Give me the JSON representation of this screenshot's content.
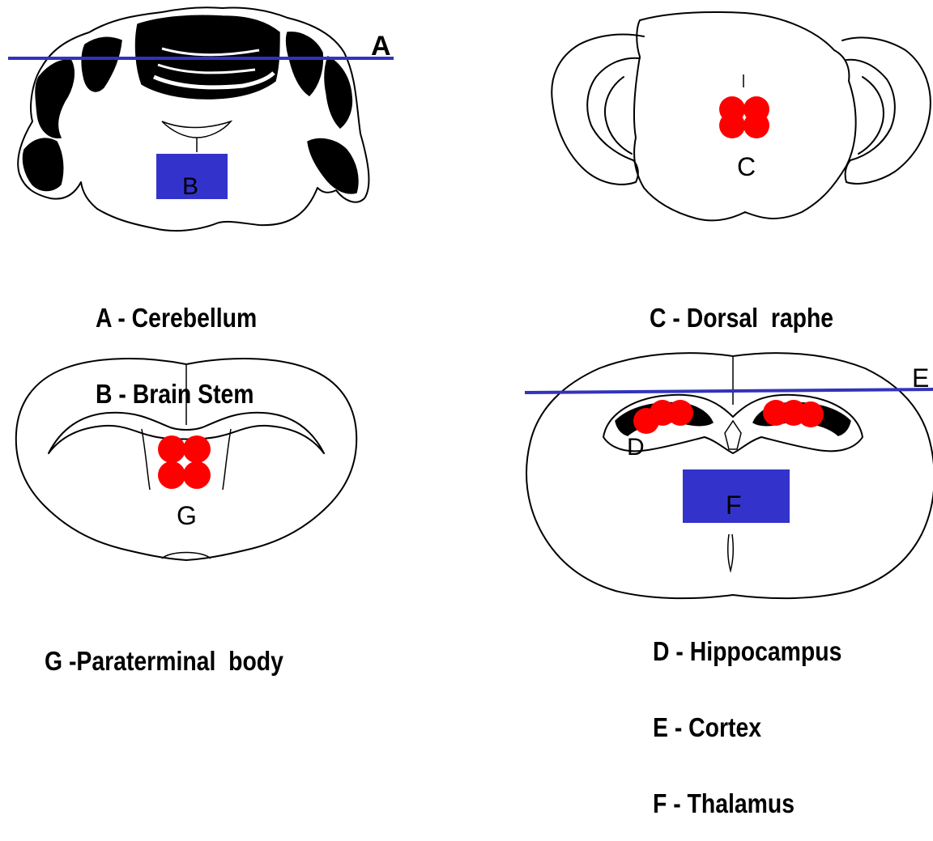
{
  "colors": {
    "marker_line": "#3333bb",
    "region_box": "#3333cc",
    "dot": "#ff0000"
  },
  "panels": {
    "cerebellum": {
      "line_label": "A",
      "box_label": "B",
      "caption_lines": [
        "A - Cerebellum",
        "B - Brain Stem"
      ]
    },
    "raphe": {
      "dots_label": "C",
      "caption_lines": [
        "C - Dorsal  raphe"
      ]
    },
    "paraterminal": {
      "dots_label": "G",
      "caption_lines": [
        "G -Paraterminal  body"
      ]
    },
    "forebrain": {
      "line_label": "E",
      "dots_label": "D",
      "box_label": "F",
      "caption_lines": [
        "D - Hippocampus",
        "E - Cortex",
        "F - Thalamus"
      ]
    }
  }
}
